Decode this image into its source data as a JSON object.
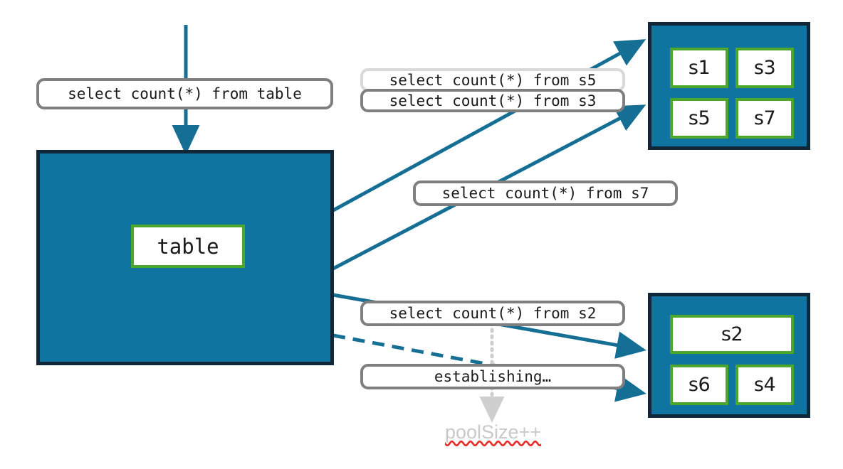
{
  "colors": {
    "pool_fill": "#0F75A0",
    "pool_border": "#10273A",
    "cell_border": "#4CA72C",
    "edge": "#156E94",
    "pill_border": "#7F7F7F",
    "pill_border_light": "#D9D9D9",
    "annot_text": "#C9C9C9",
    "spellcheck_underline": "#E8302A",
    "dotted_arrow": "#CFCFCF"
  },
  "table_box": {
    "name": "table-box",
    "cell_label": "table"
  },
  "queries": {
    "root": "select count(*) from table",
    "s5": "select count(*) from s5",
    "s3": "select count(*) from s3",
    "s7": "select count(*) from s7",
    "s2": "select count(*) from s2",
    "establishing": "establishing…"
  },
  "annotation": {
    "pool_size": "poolSize++"
  },
  "pools": [
    {
      "name": "connection-pool-top",
      "cells": [
        {
          "label": "s1"
        },
        {
          "label": "s3"
        },
        {
          "label": "s5"
        },
        {
          "label": "s7"
        }
      ]
    },
    {
      "name": "connection-pool-bottom",
      "cells": [
        {
          "label": "s2"
        },
        {
          "label": "s6"
        },
        {
          "label": "s4"
        }
      ]
    }
  ]
}
